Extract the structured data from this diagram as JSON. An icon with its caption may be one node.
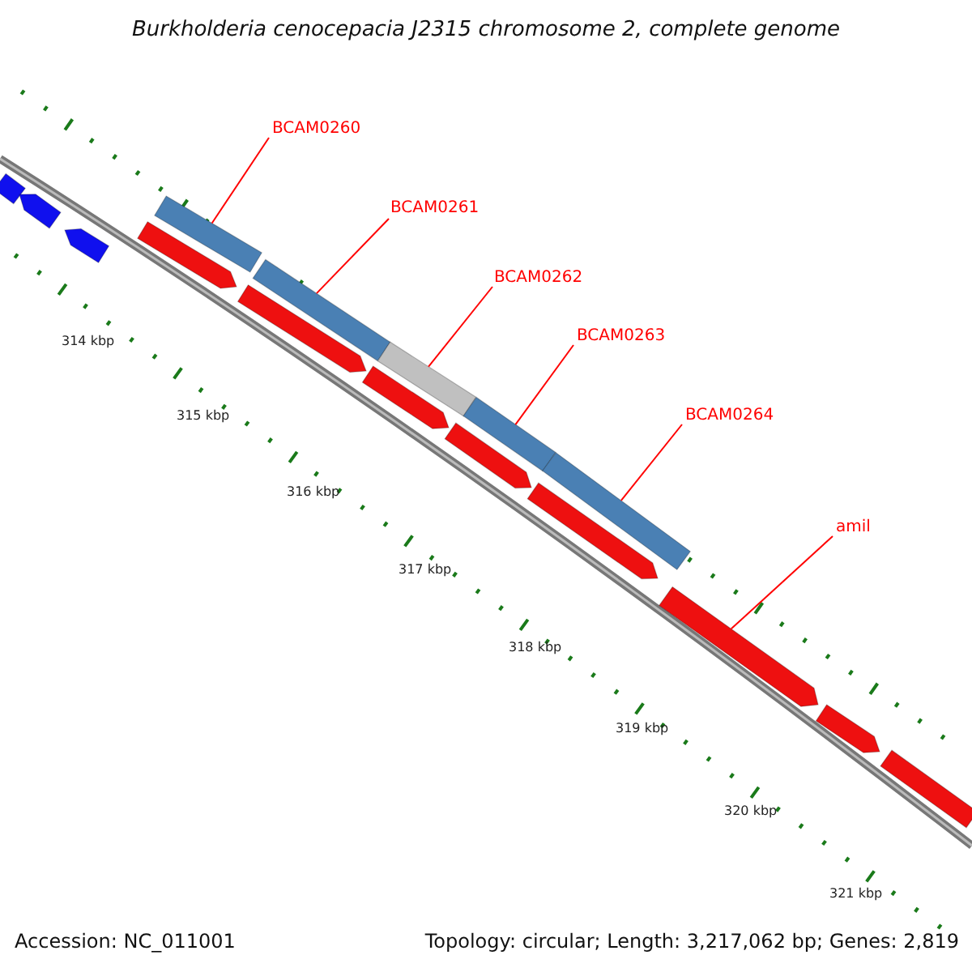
{
  "diagram": {
    "title": "Burkholderia cenocepacia J2315 chromosome 2, complete genome",
    "nodes": [
      {
        "text": [
          "BCAM0260"
        ]
      },
      {
        "text": [
          "BCAM0261"
        ]
      },
      {
        "text": [
          "BCAM0262"
        ]
      },
      {
        "text": [
          "BCAM0263"
        ]
      },
      {
        "text": [
          "BCAM0264"
        ]
      },
      {
        "text": [
          "amil"
        ]
      },
      {
        "text": [],
        "shape": "bar"
      },
      {
        "text": [],
        "shape": "bar"
      },
      {
        "text": [],
        "shape": "bar"
      },
      {
        "text": [],
        "shape": "bar"
      },
      {
        "text": [],
        "shape": "bar"
      },
      {
        "text": [],
        "shape": "bar"
      }
    ],
    "edges": [
      {
        "from": 0,
        "to": 6,
        "arrow": "none"
      },
      {
        "from": 1,
        "to": 7,
        "arrow": "none"
      },
      {
        "from": 2,
        "to": 8,
        "arrow": "none"
      },
      {
        "from": 3,
        "to": 9,
        "arrow": "none"
      },
      {
        "from": 4,
        "to": 10,
        "arrow": "none"
      },
      {
        "from": 5,
        "to": 11,
        "arrow": "none"
      }
    ],
    "labels": [
      "314 kbp",
      "315 kbp",
      "316 kbp",
      "317 kbp",
      "318 kbp",
      "319 kbp",
      "320 kbp",
      "321 kbp",
      "Accession: NC_011001",
      "Topology: circular; Length: 3,217,062 bp; Genes: 2,819"
    ]
  }
}
